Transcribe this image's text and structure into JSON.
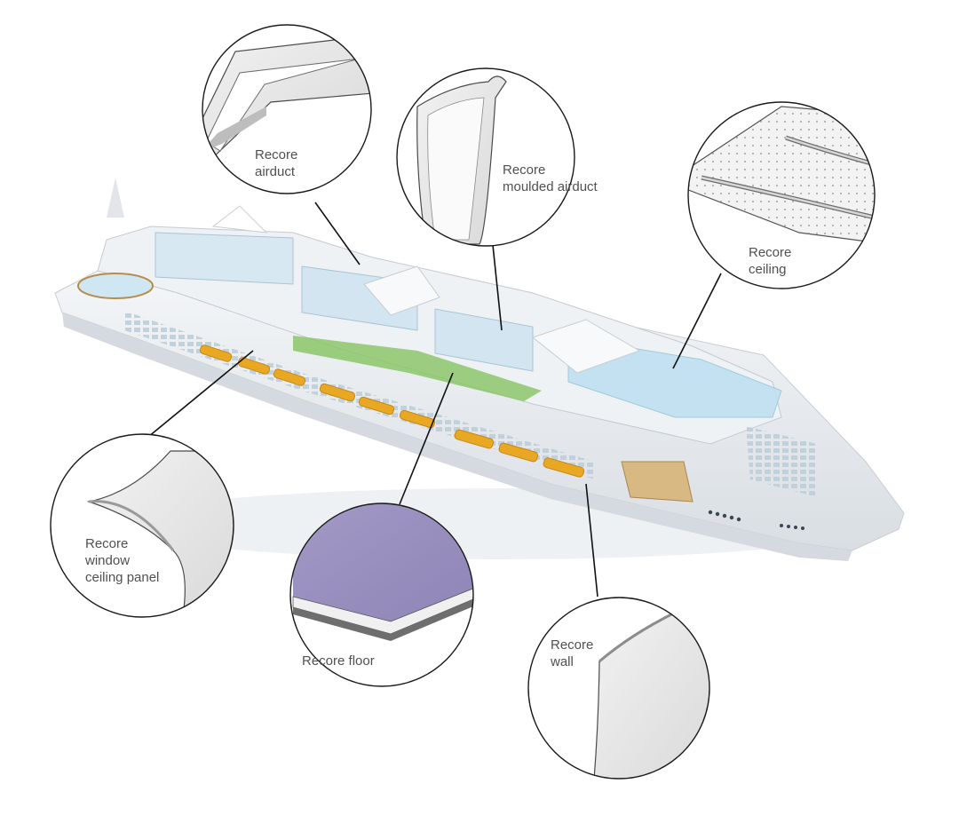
{
  "callouts": {
    "airduct": {
      "lines": [
        "Recore",
        "airduct"
      ]
    },
    "moulded_airduct": {
      "lines": [
        "Recore",
        "moulded airduct"
      ]
    },
    "ceiling": {
      "lines": [
        "Recore",
        "ceiling"
      ]
    },
    "window_ceiling_panel": {
      "lines": [
        "Recore",
        "window",
        "ceiling panel"
      ]
    },
    "floor": {
      "lines": [
        "Recore floor"
      ]
    },
    "wall": {
      "lines": [
        "Recore",
        "wall"
      ]
    }
  },
  "colors": {
    "hull": "#e9edf0",
    "glass": "#cfe6f3",
    "lifeboat": "#e8a824",
    "greenery": "#7fbf5a",
    "floor_top": "#9e93c2",
    "outline": "#1a1a1a",
    "leader": "#111111"
  }
}
